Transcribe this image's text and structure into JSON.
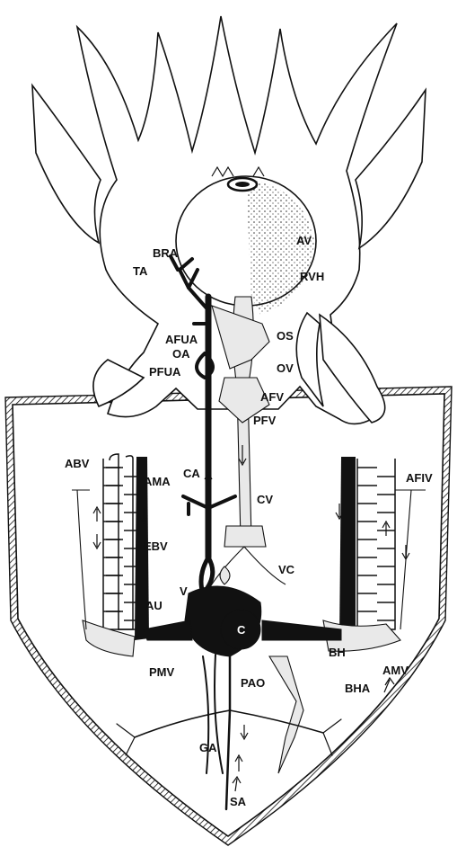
{
  "labels": {
    "AV": "AV",
    "BRA": "BRA",
    "TA": "TA",
    "RVH": "RVH",
    "AFUA": "AFUA",
    "OS": "OS",
    "OA": "OA",
    "PFUA": "PFUA",
    "OV": "OV",
    "AFV": "AFV",
    "PFV": "PFV",
    "ABV": "ABV",
    "AMA": "AMA",
    "CA": "CA",
    "AFIV": "AFIV",
    "CV": "CV",
    "EBV": "EBV",
    "VC": "VC",
    "V": "V",
    "AU": "AU",
    "C": "C",
    "BH": "BH",
    "PMV": "PMV",
    "AMV": "AMV",
    "PAO": "PAO",
    "BHA": "BHA",
    "GA": "GA",
    "SA": "SA"
  }
}
